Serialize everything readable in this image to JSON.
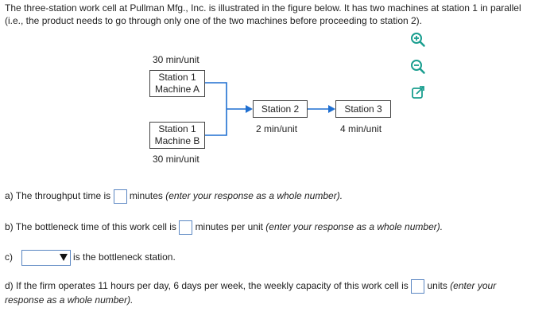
{
  "intro": "The three-station work cell at Pullman Mfg., Inc. is illustrated in the figure below. It has two machines at station 1 in parallel (i.e., the product needs to go through only one of the two machines before proceeding to station 2).",
  "toolbar": {
    "zoom_in_icon": "zoom-in-icon",
    "zoom_out_icon": "zoom-out-icon",
    "popout_icon": "external-link-icon",
    "accent": "#1a9e8f"
  },
  "diagram": {
    "machine_a": {
      "rate": "30 min/unit",
      "line1": "Station 1",
      "line2": "Machine A"
    },
    "machine_b": {
      "line1": "Station 1",
      "line2": "Machine B",
      "rate": "30 min/unit"
    },
    "station2": {
      "name": "Station 2",
      "rate": "2 min/unit"
    },
    "station3": {
      "name": "Station 3",
      "rate": "4 min/unit"
    },
    "arrow_color": "#1f6fd1"
  },
  "questions": {
    "a": {
      "before": "a) The throughput time is",
      "after": "minutes",
      "hint": "(enter your response as a whole number).",
      "value": ""
    },
    "b": {
      "before": "b) The bottleneck time of this work cell is",
      "after": "minutes per unit",
      "hint": "(enter your response as a whole number).",
      "value": ""
    },
    "c": {
      "label": "c)",
      "selected": "",
      "after": "is the bottleneck station."
    },
    "d": {
      "before": "d) If the firm operates 11 hours per day, 6 days per week, the weekly capacity of this work cell is",
      "after": "units",
      "hint1": "(enter your",
      "hint2": "response as a whole number).",
      "value": ""
    }
  }
}
